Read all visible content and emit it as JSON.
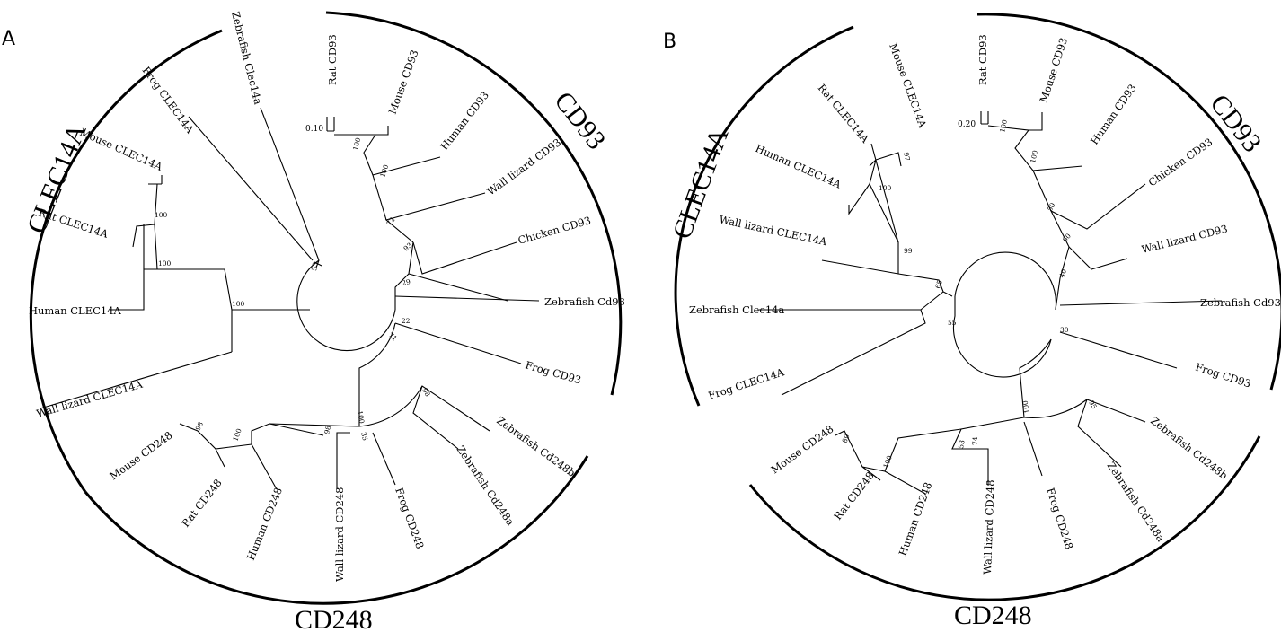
{
  "panels": [
    {
      "label": "A",
      "groups": {
        "clec": "CLEC14A",
        "cd93": "CD93",
        "cd248": "CD248"
      },
      "scale": "0.10",
      "taxa": [
        "Zebrafish Clec14a",
        "Frog CLEC14A",
        "Mouse CLEC14A",
        "Rat CLEC14A",
        "Human CLEC14A",
        "Wall lizard CLEC14A",
        "Rat CD93",
        "Mouse CD93",
        "Human CD93",
        "Wall lizard CD93",
        "Chicken CD93",
        "Zebrafish Cd93",
        "Frog CD93",
        "Zebrafish Cd248b",
        "Zebrafish Cd248a",
        "Frog CD248",
        "Wall lizard CD248",
        "Human CD248",
        "Rat CD248",
        "Mouse CD248"
      ],
      "bootstrap": [
        "53",
        "100",
        "100",
        "100",
        "100",
        "100",
        "72",
        "93",
        "29",
        "22",
        "71",
        "100",
        "98",
        "35",
        "100",
        "98",
        "98"
      ]
    },
    {
      "label": "B",
      "groups": {
        "clec": "CLEC14A",
        "cd93": "CD93",
        "cd248": "CD248"
      },
      "scale": "0.20",
      "taxa": [
        "Mouse CLEC14A",
        "Rat CLEC14A",
        "Human CLEC14A",
        "Wall lizard CLEC14A",
        "Zebrafish Clec14a",
        "Frog CLEC14A",
        "Rat CD93",
        "Mouse CD93",
        "Human CD93",
        "Chicken CD93",
        "Wall lizard CD93",
        "Zebrafish Cd93",
        "Frog CD93",
        "Zebrafish Cd248b",
        "Zebrafish Cd248a",
        "Frog CD248",
        "Wall lizard CD248",
        "Human CD248",
        "Rat CD248",
        "Mouse CD248"
      ],
      "bootstrap": [
        "97",
        "100",
        "99",
        "65",
        "55",
        "100",
        "100",
        "50",
        "60",
        "40",
        "30",
        "100",
        "95",
        "74",
        "53",
        "100",
        "89"
      ]
    }
  ]
}
